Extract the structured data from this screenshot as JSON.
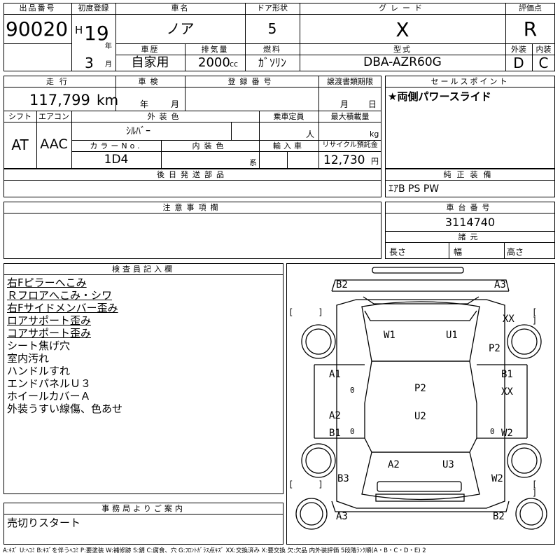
{
  "top": {
    "lot_no_h": "出品番号",
    "lot_no": "90020",
    "reg_h": "初度登録",
    "era": "H",
    "year": "19",
    "year_unit": "年",
    "month": "3",
    "month_unit": "月",
    "name_h": "車名",
    "name": "ノア",
    "door_h": "ドア形状",
    "door": "5",
    "grade_h": "グレード",
    "grade": "X",
    "score_h": "評価点",
    "score": "R",
    "history_h": "車歴",
    "history": "自家用",
    "disp_h": "排気量",
    "disp": "2000",
    "disp_unit": "cc",
    "fuel_h": "燃料",
    "fuel": "ｶﾞｿﾘﾝ",
    "model_h": "型式",
    "model": "DBA-AZR60G",
    "ext_h": "外装",
    "ext": "D",
    "int_h": "内装",
    "int": "C"
  },
  "mid": {
    "mileage_h": "走行",
    "mileage": "117,799",
    "mileage_unit": "km",
    "inspection_h": "車検",
    "insp_year_unit": "年",
    "insp_month_unit": "月",
    "plate_h": "登録番号",
    "transfer_h": "譲渡書類期限",
    "transfer_month_unit": "月",
    "transfer_day_unit": "日",
    "sales_h": "セールスポイント",
    "sales": "★両側パワースライド",
    "shift_h": "シフト",
    "shift": "AT",
    "ac_h": "エアコン",
    "ac": "AAC",
    "color_h": "外装色",
    "color": "ｼﾙﾊﾞｰ",
    "capacity_h": "乗車定員",
    "capacity_unit": "人",
    "load_h": "最大積載量",
    "load_unit": "kg",
    "color_no_h": "カラーNo.",
    "color_no": "1D4",
    "int_color_h": "内装色",
    "int_color_unit": "系",
    "import_h": "輸入車",
    "recycle_h": "リサイクル預託金",
    "recycle": "12,730",
    "recycle_unit": "円",
    "later_h": "後日発送部品",
    "equip_h": "純正装備",
    "equip": "ｴｱB PS PW",
    "notes_h": "注意事項欄",
    "chassis_h": "車台番号",
    "chassis": "3114740",
    "dims_h": "諸元",
    "length": "長さ",
    "width": "幅",
    "height": "高さ"
  },
  "inspector": {
    "heading": "検査員記入欄",
    "lines": [
      {
        "text": "右Fピラーへこみ",
        "u": true
      },
      {
        "text": "Ｒフロアへこみ・シワ",
        "u": true
      },
      {
        "text": "右Fサイドメンバー歪み",
        "u": true
      },
      {
        "text": "ロアサポート歪み",
        "u": true
      },
      {
        "text": "コアサポート歪み",
        "u": true
      },
      {
        "text": "シート焦げ穴",
        "u": false
      },
      {
        "text": "室内汚れ",
        "u": false
      },
      {
        "text": "ハンドルすれ",
        "u": false
      },
      {
        "text": "エンドパネルＵ３",
        "u": false
      },
      {
        "text": "ホイールカバーＡ",
        "u": false
      },
      {
        "text": "外装うすい線傷、色あせ",
        "u": false
      }
    ]
  },
  "office": {
    "heading": "事務局よりご案内",
    "text": "売切りスタート"
  },
  "diagram": {
    "marks": {
      "b2_top": "B2",
      "a3_top": "A3",
      "w1": "W1",
      "u1": "U1",
      "xx_top": "XX",
      "p2_right": "P2",
      "a1": "A1",
      "zero_a1": "0",
      "b1_right": "B1",
      "xx_right": "XX",
      "p2_center": "P2",
      "a2_left": "A2",
      "b1_left": "B1",
      "zero_b1": "0",
      "u2": "U2",
      "zero_w2": "0",
      "w2_right": "W2",
      "a2_bottom": "A2",
      "u3": "U3",
      "b3": "B3",
      "w2_bottom": "W2",
      "a3_bottom": "A3",
      "b2_bottom": "B2"
    },
    "bracket": "[ ]"
  },
  "footer": "A:ｷｽﾞ U:ﾍｺﾐ B:ｷｽﾞを伴うﾍｺﾐ P:要塗装 W:補修跡 S:錆 C:腐食、穴 G:ﾌﾛﾝﾄｶﾞﾗｽ点ｷｽﾞ XX:交換済み X:要交換 欠:欠品 内外装評価 5段階ﾗﾝｸ順(A・B・C・D・E) 2"
}
